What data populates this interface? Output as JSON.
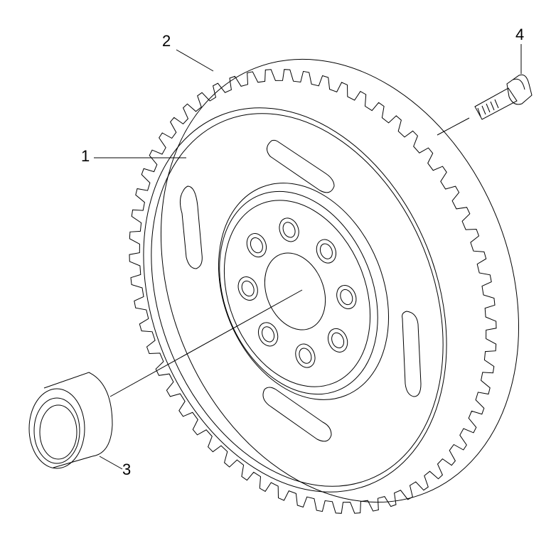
{
  "diagram": {
    "type": "exploded-parts-drawing",
    "callouts": {
      "c1": "1",
      "c2": "2",
      "c3": "3",
      "c4": "4"
    },
    "parts": {
      "gear_tooth_count": 60,
      "bolt_hole_count": 8,
      "slot_count": 4
    },
    "colors": {
      "line": "#000000",
      "background": "#ffffff"
    }
  }
}
